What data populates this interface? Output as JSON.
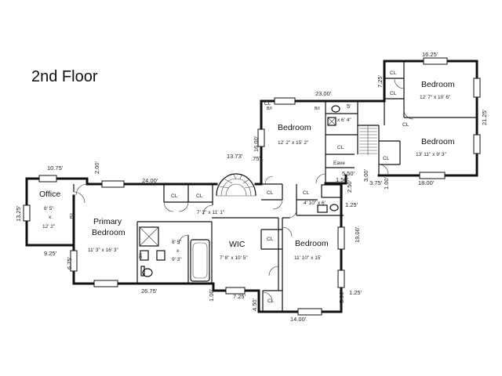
{
  "floor": {
    "title": "2nd Floor"
  },
  "rooms": {
    "office": {
      "name": "Office",
      "dim_line1": "8' 5\"",
      "dim_line2": "x",
      "dim_line3": "12' 2\""
    },
    "primary_bedroom": {
      "name_line1": "Primary",
      "name_line2": "Bedroom",
      "dim": "11' 3\" x 16' 3\""
    },
    "hall": {
      "dim": "7' 2\" x 11' 1\""
    },
    "wic": {
      "name": "WIC",
      "dim": "7' 8\" x 10' 5\""
    },
    "primary_bath": {
      "dim_line1": "8' 5\"",
      "dim_line2": "x",
      "dim_line3": "9' 3\""
    },
    "bedroom_center": {
      "name": "Bedroom",
      "dim": "12' 2\" x 15' 2\""
    },
    "bedroom_south": {
      "name": "Bedroom",
      "dim": "11' 10\" x 15'"
    },
    "bedroom_ne": {
      "name": "Bedroom",
      "dim": "12' 7\" x 10' 6\""
    },
    "bedroom_east": {
      "name": "Bedroom",
      "dim": "13' 11\" x 9' 3\""
    },
    "bath_small": {
      "dim": "x 6' 4\""
    },
    "bath_hall": {
      "dim": "4' 10\" x 6'"
    },
    "eave": {
      "name": "Eave"
    }
  },
  "closets": [
    "CL",
    "CL",
    "CL",
    "CL",
    "CL",
    "CL",
    "CL",
    "CL",
    "CL",
    "CL",
    "CL",
    "CL"
  ],
  "built_ins": [
    "B/I",
    "B/I",
    "B/I",
    "B/I"
  ],
  "measurements": {
    "m_16_25": "16.25'",
    "m_7_25_top": "7.25'",
    "m_23_00": "23.00'",
    "m_5": "5'",
    "m_21_25": "21.25'",
    "m_16_00": "16.00'",
    "m_75": ".75'",
    "m_13_73": "13.73'",
    "m_10_75": "10.75'",
    "m_2_00": "2.00'",
    "m_24_00": "24.00'",
    "m_13_25": "13.25'",
    "m_9_25": "9.25'",
    "m_6_75": "6.75'",
    "m_5_50": "5.50'",
    "m_3_00": "3.00'",
    "m_3_75": "3.75'",
    "m_18_00": "18.00'",
    "m_1_00_east": "1.00'",
    "m_2_50": "2.50'",
    "m_1_50": "1.50'",
    "m_1_25_top": "1.25'",
    "m_19_00": "19.00'",
    "m_26_75": "26.75'",
    "m_1_00_south": "1.00'",
    "m_7_25": "7.25'",
    "m_4_50": "4.50'",
    "m_5_00": "5.00'",
    "m_1_25_bottom": "1.25'",
    "m_14_00": "14.00'"
  }
}
